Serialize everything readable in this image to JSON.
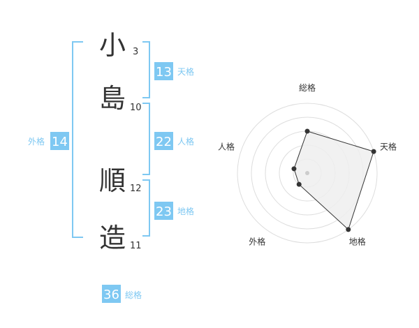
{
  "name_chars": [
    {
      "char": "小",
      "strokes": "3"
    },
    {
      "char": "島",
      "strokes": "10"
    },
    {
      "char": "順",
      "strokes": "12"
    },
    {
      "char": "造",
      "strokes": "11"
    }
  ],
  "fortunes": {
    "tenkaku": {
      "value": "13",
      "label": "天格"
    },
    "jinkaku": {
      "value": "22",
      "label": "人格"
    },
    "chikaku": {
      "value": "23",
      "label": "地格"
    },
    "gaikaku": {
      "value": "14",
      "label": "外格"
    },
    "soukaku": {
      "value": "36",
      "label": "総格"
    }
  },
  "colors": {
    "accent": "#7ec8f2",
    "text": "#333333",
    "radar_fill": "#eeeeee",
    "radar_ring": "#dddddd"
  },
  "chart_data": {
    "type": "radar",
    "axes": [
      "総格",
      "天格",
      "地格",
      "外格",
      "人格"
    ],
    "values": [
      3,
      5,
      5,
      1,
      1
    ],
    "max": 5,
    "rings": 5
  }
}
